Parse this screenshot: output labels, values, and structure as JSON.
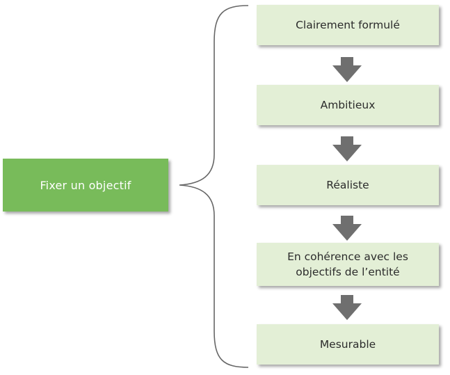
{
  "diagram": {
    "main_label": "Fixer un objectif",
    "steps": [
      "Clairement formulé",
      "Ambitieux",
      "Réaliste",
      "En cohérence avec les\nobjectifs de l’entité",
      "Mesurable"
    ]
  },
  "colors": {
    "main_fill": "#78bb5a",
    "step_fill": "#e3efd6",
    "arrow_fill": "#6f6f6f",
    "brace_stroke": "#666666"
  }
}
